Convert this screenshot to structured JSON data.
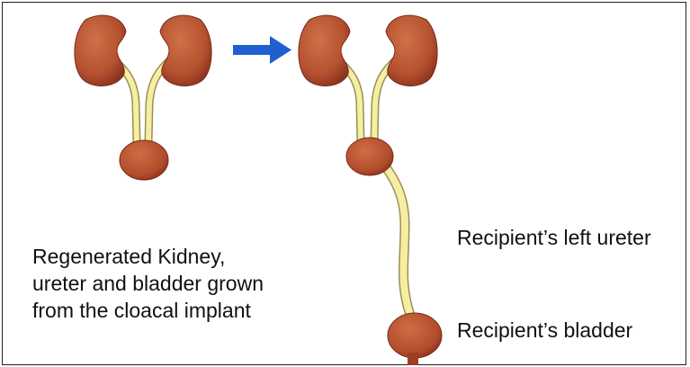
{
  "caption": {
    "line1": "Regenerated Kidney,",
    "line2": "ureter and bladder grown",
    "line3": "from the cloacal implant"
  },
  "labels": {
    "left_ureter": "Recipient’s left ureter",
    "bladder": "Recipient’s bladder"
  },
  "colors": {
    "kidney": "#b7502f",
    "kidney_shadow": "#8f3520",
    "ureter": "#f6efa2",
    "ureter_outline": "#9a8f55",
    "arrow": "#1f5fd0",
    "border": "#222222"
  }
}
